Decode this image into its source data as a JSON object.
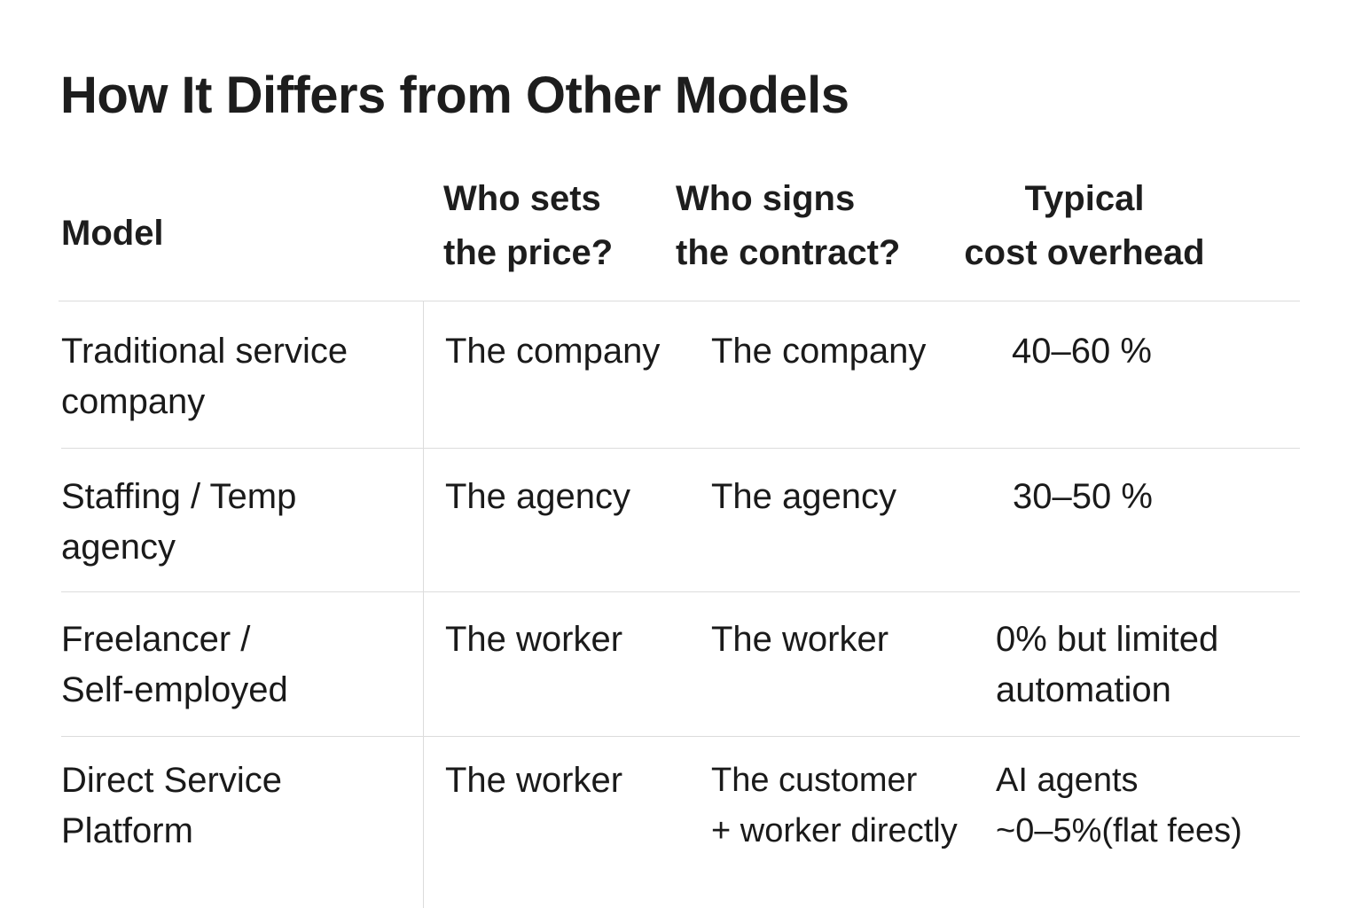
{
  "title": "How It Differs from Other Models",
  "headers": {
    "model": "Model",
    "price": "Who sets\nthe price?",
    "contract": "Who signs\nthe contract?",
    "overhead": "Typical\ncost overhead"
  },
  "rows": [
    {
      "model": "Traditional service\ncompany",
      "price": "The company",
      "contract": "The company",
      "overhead": "40–60 %"
    },
    {
      "model": "Staffing / Temp\nagency",
      "price": "The agency",
      "contract": "The agency",
      "overhead": "30–50 %"
    },
    {
      "model": "Freelancer /\nSelf-employed",
      "price": "The worker",
      "contract": "The worker",
      "overhead": "0% but limited\nautomation"
    },
    {
      "model": "Direct Service\nPlatform",
      "price": "The worker",
      "contract": "The customer\n+ worker directly",
      "overhead": "AI agents\n~0–5%(flat fees)"
    }
  ]
}
